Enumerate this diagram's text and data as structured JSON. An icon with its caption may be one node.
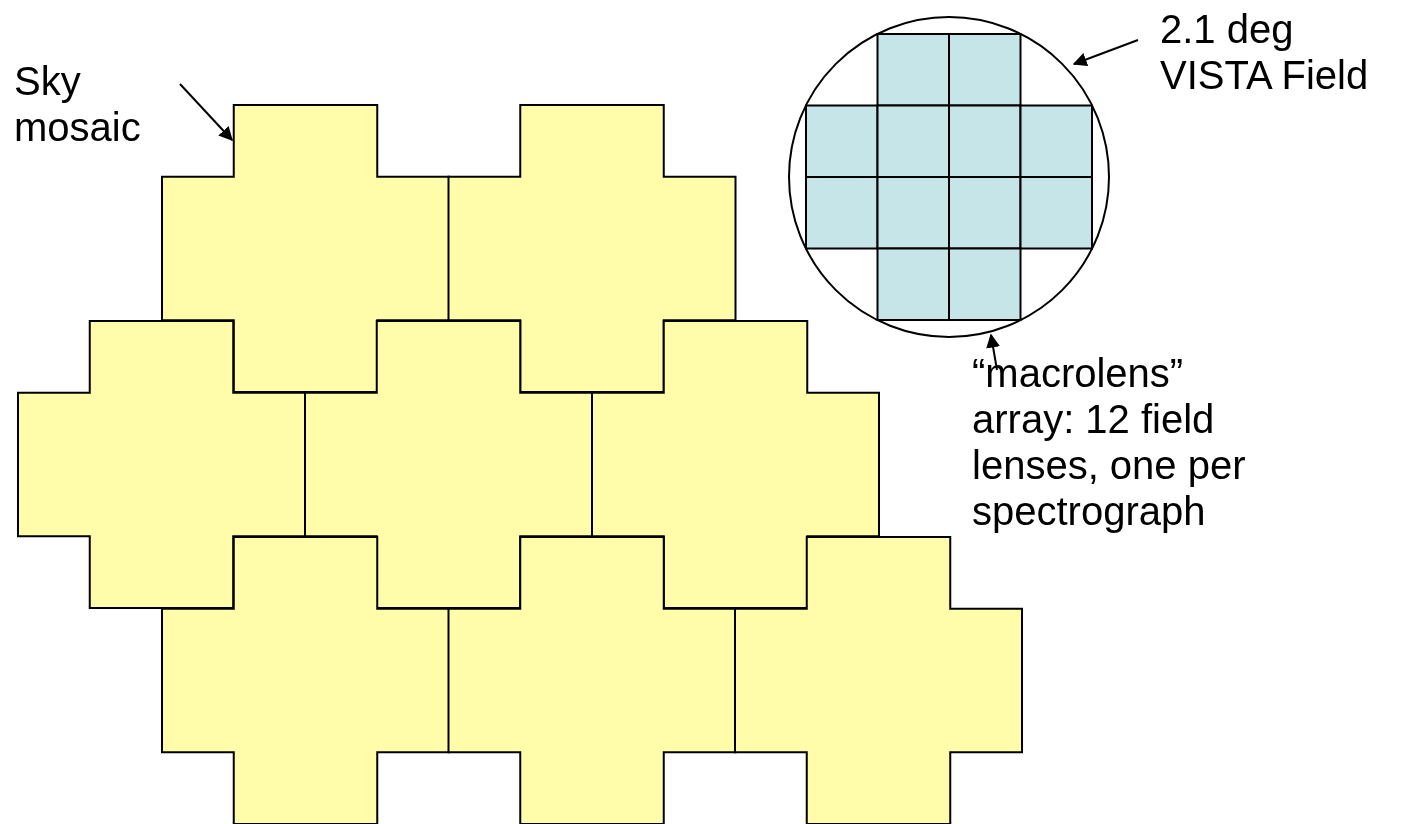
{
  "diagram": {
    "nodes": [
      {
        "text": [
          "Sky mosaic"
        ]
      },
      {
        "text": [],
        "shape": "cross"
      },
      {
        "text": [],
        "shape": "cross"
      },
      {
        "text": [],
        "shape": "cross"
      },
      {
        "text": [],
        "shape": "cross"
      },
      {
        "text": [],
        "shape": "cross"
      },
      {
        "text": [],
        "shape": "cross"
      },
      {
        "text": [],
        "shape": "cross"
      },
      {
        "text": [],
        "shape": "cross"
      },
      {
        "text": [
          "2.1 deg VISTA Field"
        ]
      },
      {
        "text": [],
        "shape": "circle"
      },
      {
        "text": [
          "“macrolens” array: 12 field lenses, one per spectrograph"
        ]
      },
      {
        "text": [],
        "shape": "box",
        "in": 10
      }
    ],
    "edges": [
      {
        "from": 0,
        "to": 1,
        "arrow": "to"
      },
      {
        "from": 9,
        "to": 10,
        "arrow": "to"
      },
      {
        "from": 11,
        "to": 12,
        "arrow": "to"
      }
    ]
  }
}
